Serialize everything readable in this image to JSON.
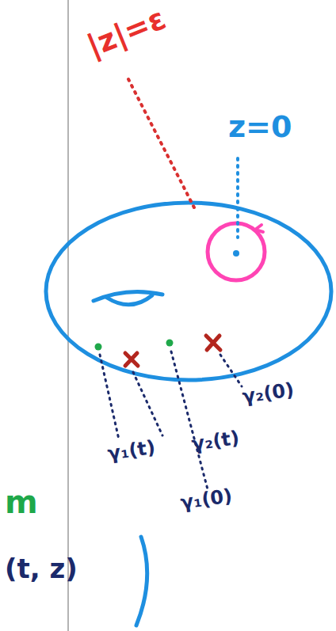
{
  "diagram": {
    "labels": [
      "|z|=ε",
      "z=0",
      "γ₂(0)",
      "γ₁(t)",
      "γ₂(t)",
      "γ₁(0)",
      "m",
      "(t, z)"
    ]
  }
}
